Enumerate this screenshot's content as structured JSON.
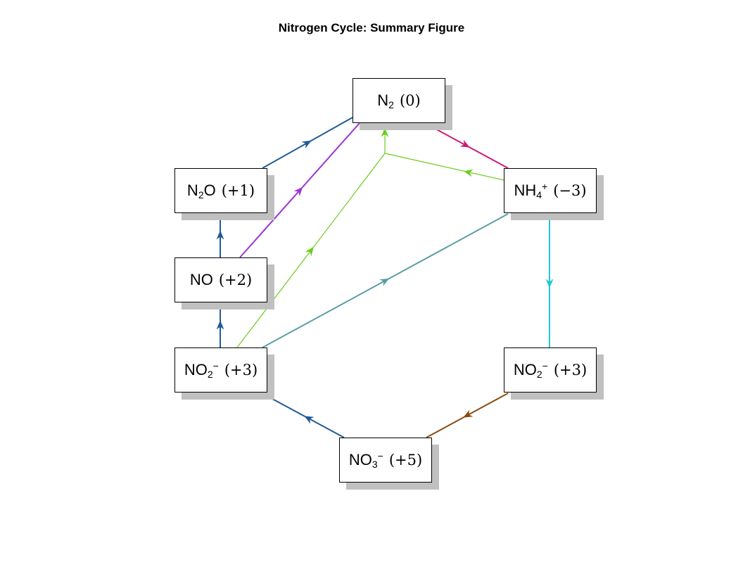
{
  "title": "Nitrogen Cycle: Summary Figure",
  "nodes": {
    "n2": {
      "base": "N",
      "sub": "2",
      "sup": "",
      "tail": "",
      "ox": "(0)"
    },
    "n2o": {
      "base": "N",
      "sub": "2",
      "sup": "",
      "tail": "O",
      "ox": "(+1)"
    },
    "no": {
      "base": "NO",
      "sub": "",
      "sup": "",
      "tail": "",
      "ox": "(+2)"
    },
    "no2_left": {
      "base": "NO",
      "sub": "2",
      "sup": "−",
      "tail": "",
      "ox": "(+3)"
    },
    "no2_right": {
      "base": "NO",
      "sub": "2",
      "sup": "−",
      "tail": "",
      "ox": "(+3)"
    },
    "nh4": {
      "base": "NH",
      "sub": "4",
      "sup": "+",
      "tail": "",
      "ox": "(−3)"
    },
    "no3": {
      "base": "NO",
      "sub": "3",
      "sup": "−",
      "tail": "",
      "ox": "(+5)"
    }
  },
  "edges": [
    {
      "from": "no3",
      "to": "no2_left",
      "color": "#1f5a96"
    },
    {
      "from": "no2_left",
      "to": "no",
      "color": "#1f5a96"
    },
    {
      "from": "no",
      "to": "n2o",
      "color": "#1f5a96"
    },
    {
      "from": "n2o",
      "to": "n2",
      "color": "#1f5a96"
    },
    {
      "from": "no",
      "to": "n2",
      "color": "#9b35d4"
    },
    {
      "from": "n2",
      "to": "nh4",
      "color": "#cc1a78"
    },
    {
      "from": "nh4",
      "to": "no2_right",
      "color": "#1ec8d4"
    },
    {
      "from": "no2_right",
      "to": "no3",
      "color": "#8a4a0e"
    },
    {
      "from": "no2_left",
      "to": "nh4",
      "color": "#5a9ea6"
    },
    {
      "from": "no2_left",
      "to": "n2",
      "via": "nh4",
      "color": "#6ccc1e"
    }
  ]
}
